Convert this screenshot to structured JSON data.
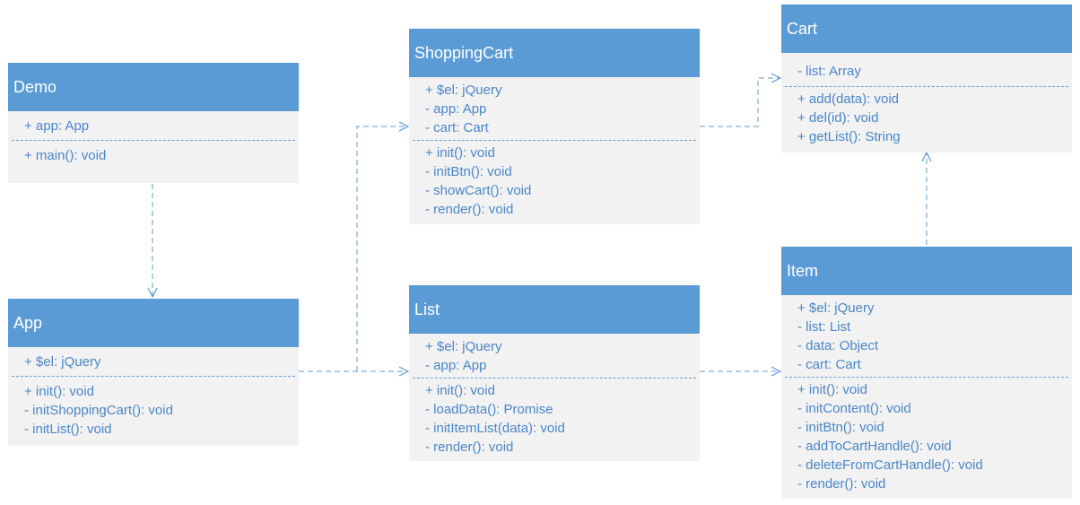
{
  "classes": {
    "demo": {
      "name": "Demo",
      "attributes": [
        "+ app: App"
      ],
      "methods": [
        "+ main(): void"
      ]
    },
    "app": {
      "name": "App",
      "attributes": [
        "+ $el: jQuery"
      ],
      "methods": [
        "+ init(): void",
        "- initShoppingCart(): void",
        "- initList(): void"
      ]
    },
    "shoppingcart": {
      "name": "ShoppingCart",
      "attributes": [
        "+ $el: jQuery",
        "- app: App",
        "- cart: Cart"
      ],
      "methods": [
        "+ init(): void",
        "- initBtn(): void",
        "- showCart(): void",
        "- render(): void"
      ]
    },
    "list": {
      "name": "List",
      "attributes": [
        "+ $el: jQuery",
        "- app: App"
      ],
      "methods": [
        "+ init(): void",
        "- loadData(): Promise",
        "- initItemList(data): void",
        "- render(): void"
      ]
    },
    "cart": {
      "name": "Cart",
      "attributes": [
        "- list: Array"
      ],
      "methods": [
        "+ add(data): void",
        "+ del(id): void",
        "+ getList(): String"
      ]
    },
    "item": {
      "name": "Item",
      "attributes": [
        "+ $el: jQuery",
        "- list: List",
        "- data: Object",
        "- cart: Cart"
      ],
      "methods": [
        "+ init(): void",
        "- initContent(): void",
        "- initBtn(): void",
        "- addToCartHandle(): void",
        "- deleteFromCartHandle(): void",
        "- render(): void"
      ]
    }
  },
  "colors": {
    "header": "#5b9bd5",
    "body": "#f2f2f2",
    "text": "#4a86c8",
    "link": "#5b9bd5"
  }
}
